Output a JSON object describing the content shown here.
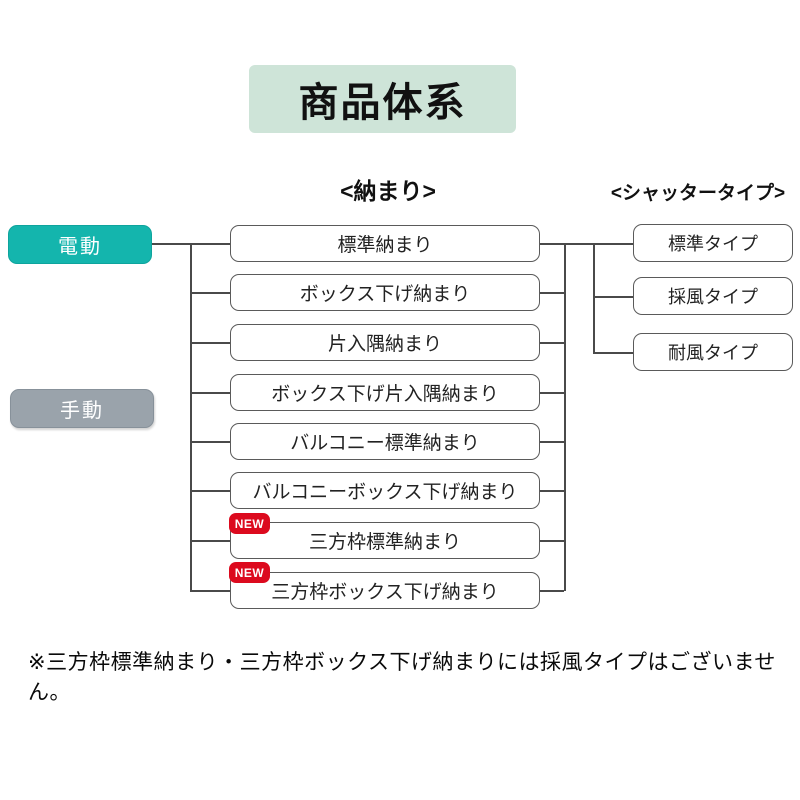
{
  "title": "商品体系",
  "column_headers": {
    "installation": "<納まり>",
    "shutter_type": "<シャッタータイプ>"
  },
  "drive": {
    "electric": {
      "label": "電動",
      "color": "#14b5ad"
    },
    "manual": {
      "label": "手動",
      "color": "#9aa3ab"
    }
  },
  "installations": [
    {
      "label": "標準納まり"
    },
    {
      "label": "ボックス下げ納まり"
    },
    {
      "label": "片入隅納まり"
    },
    {
      "label": "ボックス下げ片入隅納まり"
    },
    {
      "label": "バルコニー標準納まり"
    },
    {
      "label": "バルコニーボックス下げ納まり"
    },
    {
      "label": "三方枠標準納まり",
      "badge": "NEW"
    },
    {
      "label": "三方枠ボックス下げ納まり",
      "badge": "NEW"
    }
  ],
  "shutter_types": [
    {
      "label": "標準タイプ"
    },
    {
      "label": "採風タイプ"
    },
    {
      "label": "耐風タイプ"
    }
  ],
  "note": "※三方枠標準納まり・三方枠ボックス下げ納まりには採風タイプはございません。",
  "colors": {
    "title_background": "#cee4d8",
    "electric_teal": "#14b5ad",
    "manual_gray": "#9aa3ab",
    "new_badge_red": "#dc0a1e",
    "connector_line": "#4a4a4a"
  }
}
